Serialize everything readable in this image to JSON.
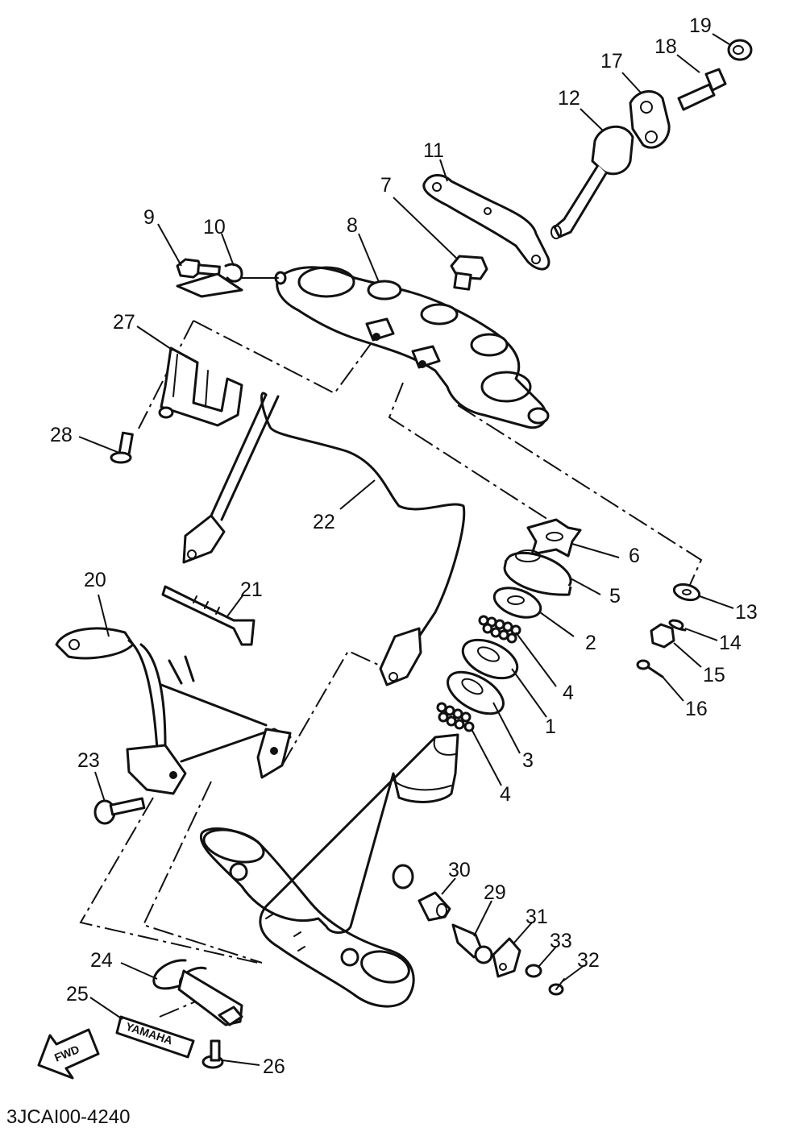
{
  "diagram_code": "3JCAI00-4240",
  "fwd_label": "FWD",
  "brand_label": "YAMAHA",
  "callouts": {
    "c1": "1",
    "c2": "2",
    "c3": "3",
    "c4a": "4",
    "c4b": "4",
    "c5": "5",
    "c6": "6",
    "c7": "7",
    "c8": "8",
    "c9": "9",
    "c10": "10",
    "c11": "11",
    "c12": "12",
    "c13": "13",
    "c14": "14",
    "c15": "15",
    "c16": "16",
    "c17": "17",
    "c18": "18",
    "c19": "19",
    "c20": "20",
    "c21": "21",
    "c22": "22",
    "c23": "23",
    "c24": "24",
    "c25": "25",
    "c26": "26",
    "c27": "27",
    "c28": "28",
    "c29": "29",
    "c30": "30",
    "c31": "31",
    "c32": "32",
    "c33": "33"
  }
}
